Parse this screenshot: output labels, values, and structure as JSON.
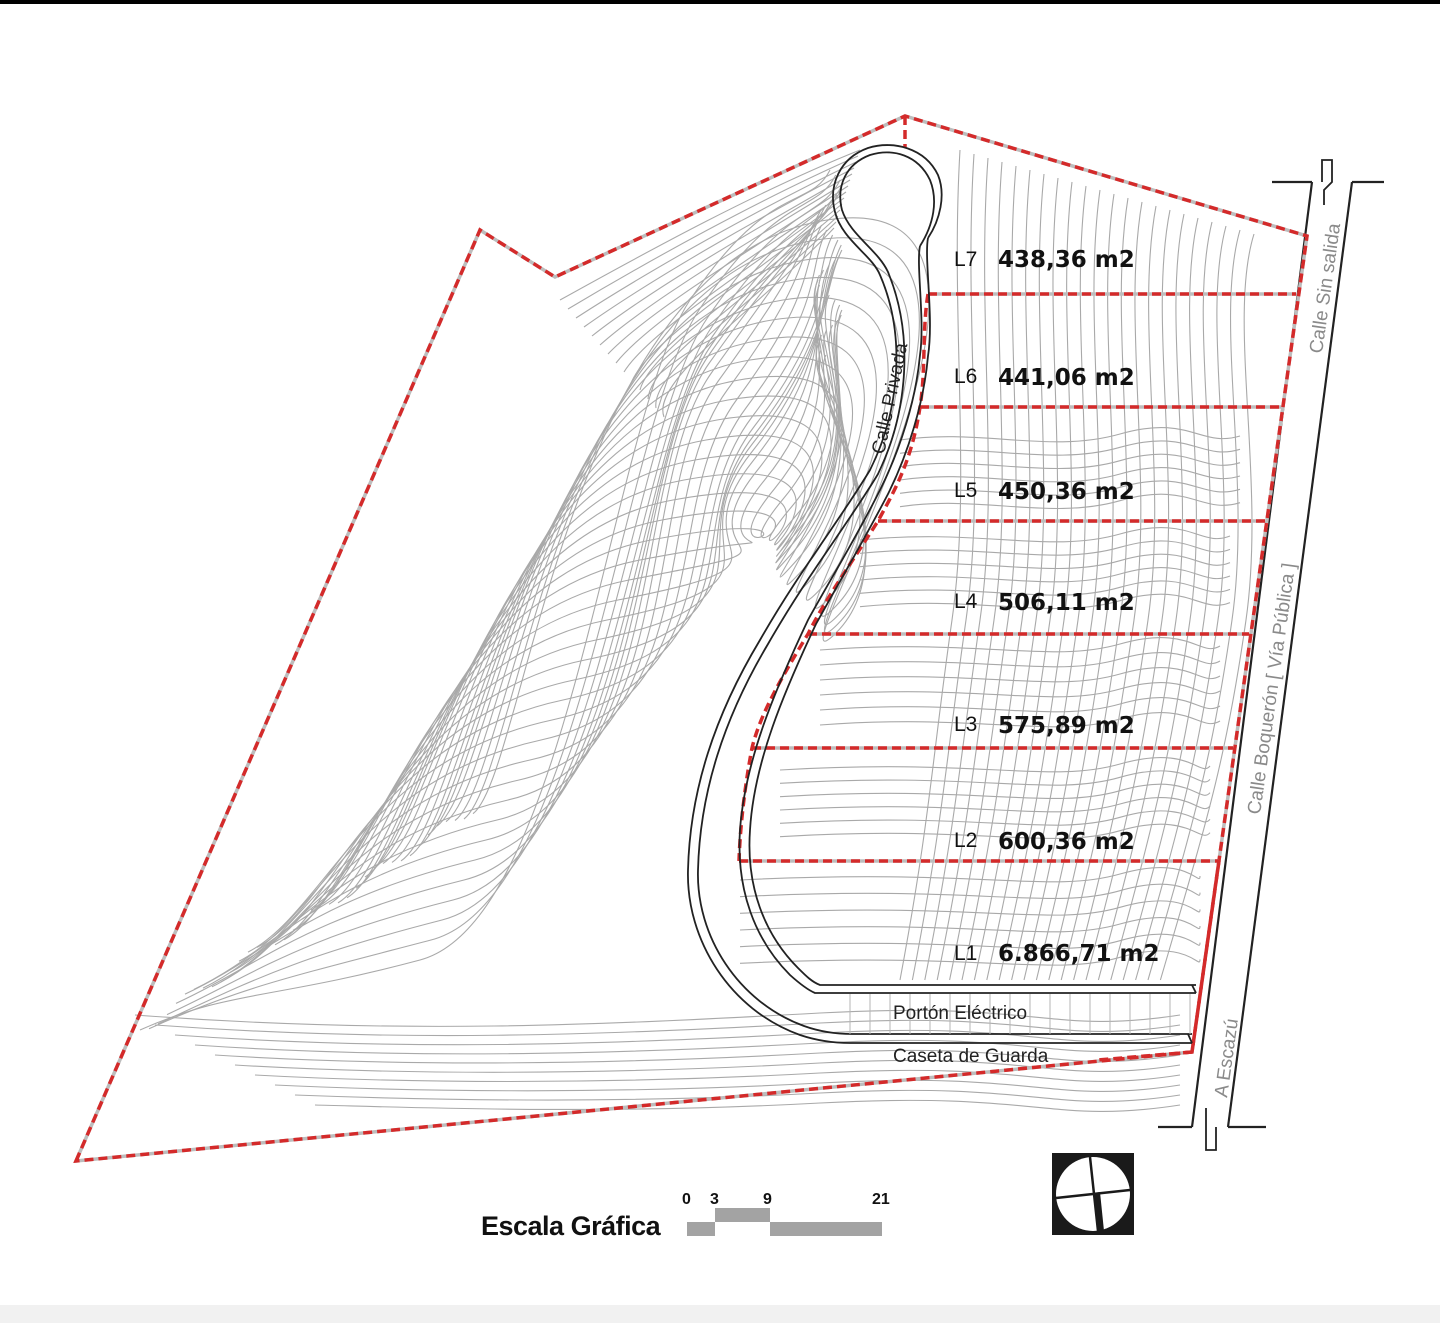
{
  "lots": [
    {
      "id": "L7",
      "area": "438,36 m2"
    },
    {
      "id": "L6",
      "area": "441,06 m2"
    },
    {
      "id": "L5",
      "area": "450,36 m2"
    },
    {
      "id": "L4",
      "area": "506,11 m2"
    },
    {
      "id": "L3",
      "area": "575,89 m2"
    },
    {
      "id": "L2",
      "area": "600,36 m2"
    },
    {
      "id": "L1",
      "area": "6.866,71 m2"
    }
  ],
  "road_labels": {
    "private_road": "Calle Privada",
    "gate": "Portón Eléctrico",
    "guardhouse": "Caseta de Guarda"
  },
  "street_labels": {
    "dead_end": "Calle Sin salida",
    "public_road": "Calle Boquerón  [ Vía Pública ]",
    "to_town": "A Escazú"
  },
  "scale": {
    "title": "Escala Gráfica",
    "ticks": [
      "0",
      "3",
      "9",
      "21"
    ]
  },
  "colors": {
    "boundary": "#d42a2a",
    "contour": "#a9a9a9",
    "road": "#222222"
  },
  "icons": {
    "north": "north-arrow-icon"
  }
}
